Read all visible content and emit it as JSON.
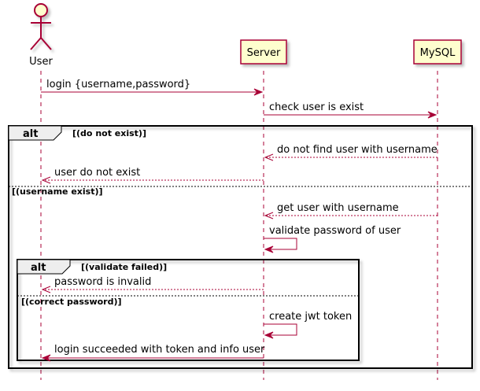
{
  "participants": {
    "user": "User",
    "server": "Server",
    "mysql": "MySQL"
  },
  "messages": [
    "login {username,password}",
    "check user is exist",
    "do not find user with username",
    "user do not exist",
    "get user with username",
    "validate password of user",
    "password is invalid",
    "create jwt token",
    "login succeeded with token and info user"
  ],
  "fragments": {
    "outer": {
      "keyword": "alt",
      "guard_1": "[(do not exist)]",
      "guard_2": "[(username exist)]"
    },
    "inner": {
      "keyword": "alt",
      "guard_1": "[(validate failed)]",
      "guard_2": "[(correct password)]"
    }
  },
  "colors": {
    "arrow": "#A80036",
    "participant_fill": "#FEFECE",
    "fragment_tab": "#EEEEEE"
  }
}
